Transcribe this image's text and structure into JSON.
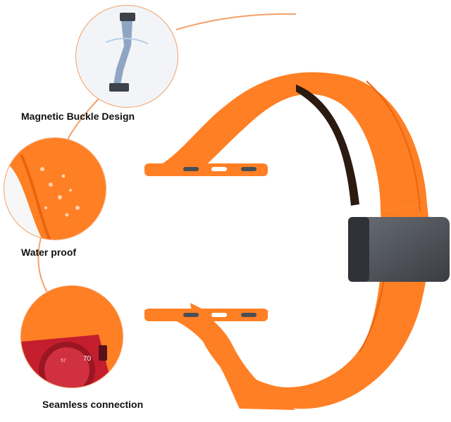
{
  "features": [
    {
      "label": "Magnetic Buckle Design",
      "icon": "magnetic-buckle-icon"
    },
    {
      "label": "Water proof",
      "icon": "water-droplets-icon"
    },
    {
      "label": "Seamless connection",
      "icon": "watch-face-icon"
    }
  ],
  "watch_face": {
    "top_number": "70",
    "side_number": "57"
  },
  "colors": {
    "band": "#ff7f24",
    "band_shadow": "#e86410",
    "clasp": "#4a4e55",
    "watch_red": "#c41e2e",
    "accent_line": "#f4a06a"
  }
}
